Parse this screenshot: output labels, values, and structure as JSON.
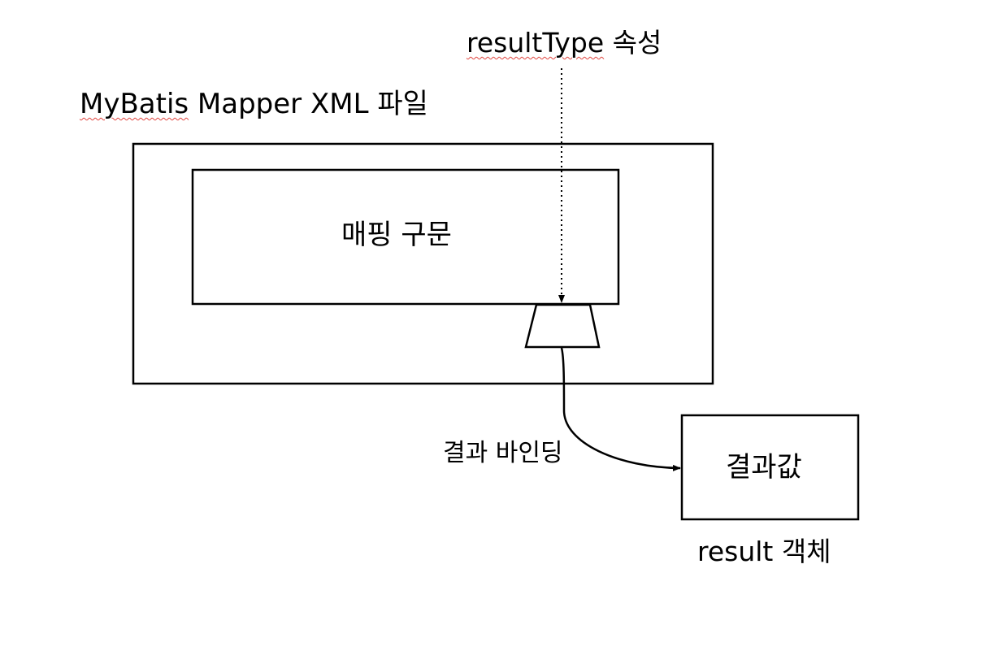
{
  "labels": {
    "result_type_attr": "resultType 속성",
    "mapper_file": "MyBatis Mapper XML 파일",
    "mapping_statement": "매핑 구문",
    "result_binding": "결과 바인딩",
    "result_value": "결과값",
    "result_object": "result 객체"
  },
  "colors": {
    "stroke": "#000000",
    "text": "#000000",
    "spellcheck_underline": "#e0443e"
  }
}
